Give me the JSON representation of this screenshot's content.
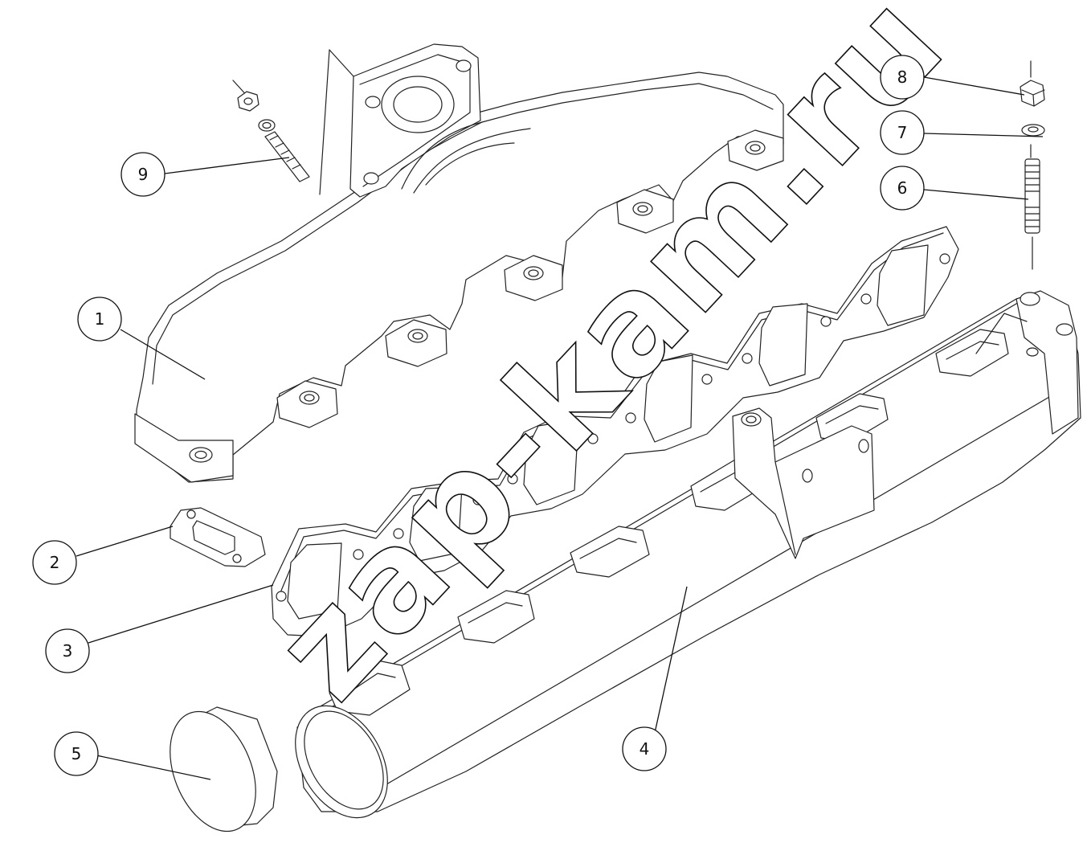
{
  "callouts": [
    {
      "id": "1",
      "label": "1"
    },
    {
      "id": "2",
      "label": "2"
    },
    {
      "id": "3",
      "label": "3"
    },
    {
      "id": "4",
      "label": "4"
    },
    {
      "id": "5",
      "label": "5"
    },
    {
      "id": "6",
      "label": "6"
    },
    {
      "id": "7",
      "label": "7"
    },
    {
      "id": "8",
      "label": "8"
    },
    {
      "id": "9",
      "label": "9"
    }
  ],
  "watermark": {
    "text": "zap-kam.ru"
  }
}
